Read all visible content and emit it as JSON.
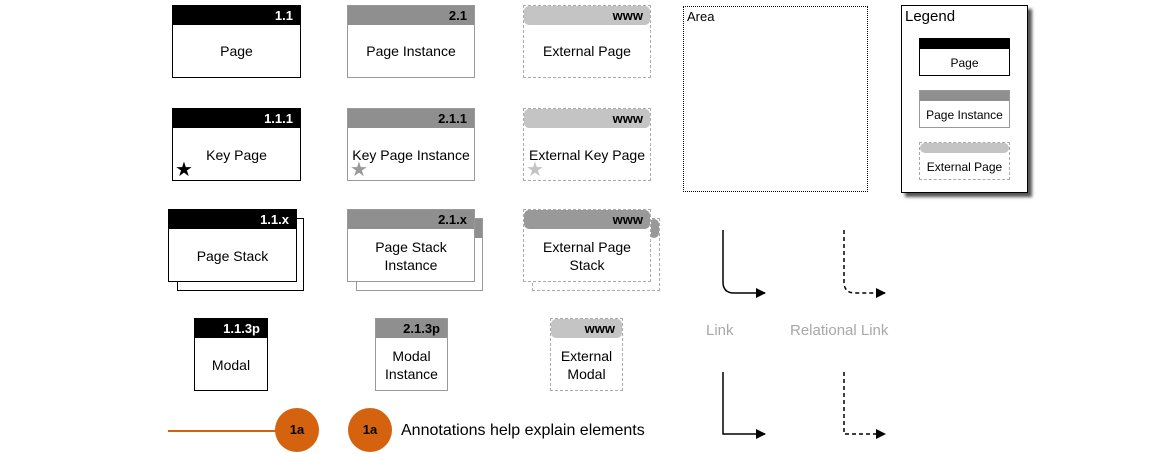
{
  "pages": {
    "page": {
      "id": "1.1",
      "label": "Page"
    },
    "key_page": {
      "id": "1.1.1",
      "label": "Key Page"
    },
    "page_stack": {
      "id": "1.1.x",
      "label": "Page Stack"
    },
    "modal": {
      "id": "1.1.3p",
      "label": "Modal"
    }
  },
  "instances": {
    "page": {
      "id": "2.1",
      "label": "Page Instance"
    },
    "key_page": {
      "id": "2.1.1",
      "label": "Key Page Instance"
    },
    "page_stack": {
      "id": "2.1.x",
      "label_line1": "Page Stack",
      "label_line2": "Instance"
    },
    "modal": {
      "id": "2.1.3p",
      "label_line1": "Modal",
      "label_line2": "Instance"
    }
  },
  "external": {
    "page": {
      "id": "www",
      "label": "External Page"
    },
    "key_page": {
      "id": "www",
      "label": "External Key Page"
    },
    "page_stack": {
      "id": "www",
      "label_line1": "External Page",
      "label_line2": "Stack"
    },
    "modal": {
      "id": "www",
      "label_line1": "External",
      "label_line2": "Modal"
    }
  },
  "area": {
    "label": "Area"
  },
  "legend": {
    "title": "Legend",
    "items": [
      "Page",
      "Page Instance",
      "External Page"
    ]
  },
  "links": {
    "link_label": "Link",
    "relational_label": "Relational Link"
  },
  "annotation": {
    "badge": "1a",
    "text": "Annotations help explain elements"
  },
  "colors": {
    "page_bar": "#000000",
    "instance_bar": "#8f8f8f",
    "external_bar": "#c4c4c4",
    "annotation": "#d4620f",
    "caption": "#a8a8a8"
  },
  "icons": {
    "key_marker": "star-icon"
  }
}
